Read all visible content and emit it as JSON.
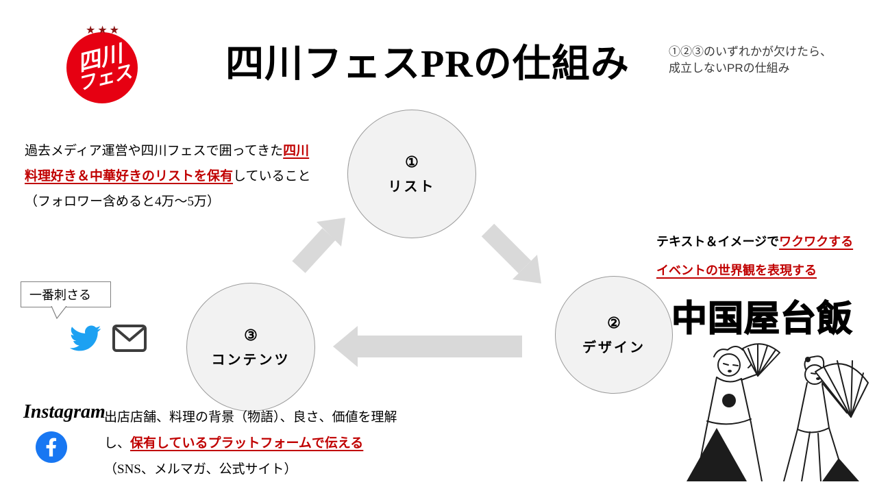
{
  "header": {
    "title": "四川フェスPRの仕組み",
    "note_line1": "①②③のいずれかが欠けたら、",
    "note_line2": "成立しないPRの仕組み"
  },
  "logo": {
    "stars": "★★★",
    "line1": "四川",
    "line2": "フェス"
  },
  "cycle": {
    "circles": [
      {
        "number": "①",
        "label": "リスト"
      },
      {
        "number": "②",
        "label": "デザイン"
      },
      {
        "number": "③",
        "label": "コンテンツ"
      }
    ]
  },
  "list_note": {
    "line1_normal": "過去メディア運営や四川フェスで囲ってきた",
    "line1_highlight": "四川",
    "line2_highlight": "料理好き＆中華好きのリストを保有",
    "line2_normal": "していること",
    "line3": "（フォロワー含めると4万～5万）"
  },
  "design_note": {
    "line1_normal": "テキスト＆イメージで",
    "line1_highlight": "ワクワクする",
    "line2_highlight": "イベントの世界観を表現する"
  },
  "content_note": {
    "line1": "出店店舗、料理の背景（物語）、良さ、価値を理解",
    "line2_normal": "し、",
    "line2_highlight": "保有しているプラットフォームで伝える",
    "line3": "（SNS、メルマガ、公式サイト）"
  },
  "callout": {
    "label": "一番刺さる"
  },
  "channels": {
    "instagram_label": "Instagram"
  },
  "icons": {
    "twitter": "twitter-bird-icon",
    "email": "envelope-icon",
    "facebook": "facebook-f-icon",
    "instagram": "instagram-wordmark"
  },
  "artwork": {
    "caption": "中国屋台飯"
  },
  "colors": {
    "highlight_red": "#C00000",
    "arrow_gray": "#D9D9D9",
    "circle_fill": "#F2F2F2",
    "logo_red": "#E60012",
    "twitter_blue": "#1DA1F2",
    "facebook_blue": "#1877F2"
  }
}
